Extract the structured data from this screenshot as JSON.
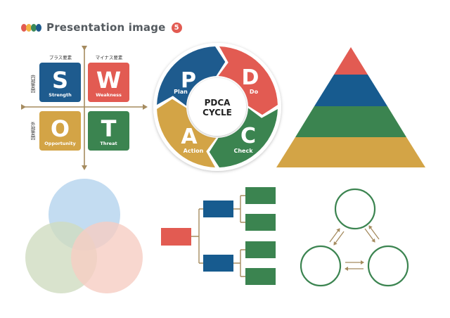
{
  "header": {
    "title": "Presentation image",
    "badge": "5",
    "dot_colors": [
      "#e25b52",
      "#f2b441",
      "#3b8a5a",
      "#1e5b8e"
    ]
  },
  "colors": {
    "red": "#e25b52",
    "blue": "#175b8f",
    "green": "#3b8450",
    "gold": "#d3a446",
    "arrow": "#a58b5f",
    "venn_blue": "#b9d6ee",
    "venn_green": "#cfdcc1",
    "venn_pink": "#f6cdc3"
  },
  "swot": {
    "col_labels": [
      "プラス要素",
      "マイナス要素"
    ],
    "row_labels": [
      "内部要因",
      "外部要因"
    ],
    "cells": [
      {
        "letter": "S",
        "label": "Strength",
        "color": "#1e5b8e"
      },
      {
        "letter": "W",
        "label": "Weakness",
        "color": "#e25b52"
      },
      {
        "letter": "O",
        "label": "Opportunity",
        "color": "#d3a446"
      },
      {
        "letter": "T",
        "label": "Threat",
        "color": "#3b8450"
      }
    ]
  },
  "pdca": {
    "center_line1": "PDCA",
    "center_line2": "CYCLE",
    "segments": [
      {
        "letter": "P",
        "label": "Plan",
        "color": "#1e5b8e"
      },
      {
        "letter": "D",
        "label": "Do",
        "color": "#e25b52"
      },
      {
        "letter": "C",
        "label": "Check",
        "color": "#3b8450"
      },
      {
        "letter": "A",
        "label": "Action",
        "color": "#d3a446"
      }
    ]
  },
  "pyramid": {
    "layers": [
      "#e25b52",
      "#175b8f",
      "#3b8450",
      "#d3a446"
    ]
  },
  "tree": {
    "root_color": "#e25b52",
    "branch_color": "#175b8f",
    "leaf_color": "#3b8450"
  },
  "cycle": {
    "circle_color": "#3b8450",
    "arrow_color": "#a58b5f"
  }
}
